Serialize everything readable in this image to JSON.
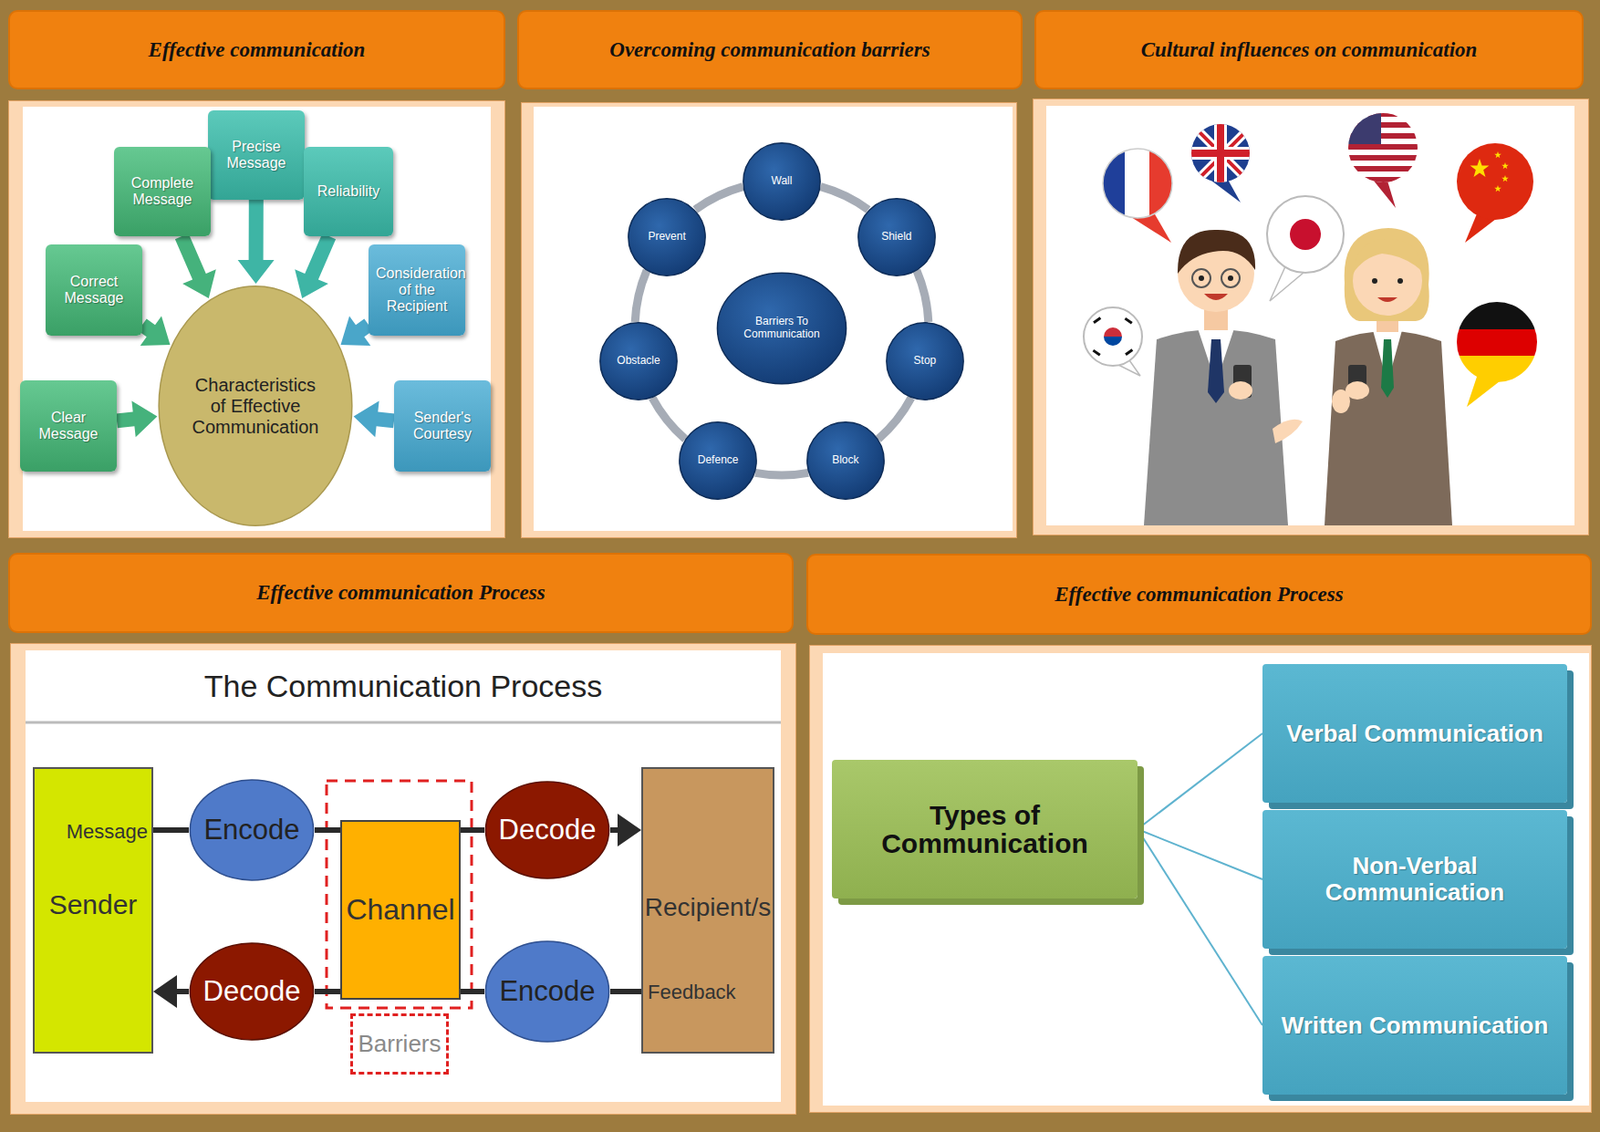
{
  "diagram": {
    "nodes": [
      {
        "text": [
          "Effective communication"
        ]
      },
      {
        "text": [
          "Overcoming communication barriers"
        ]
      },
      {
        "text": [
          "Cultural influences on communication"
        ]
      },
      {
        "text": [
          "Characteristics of Effective Communication"
        ]
      },
      {
        "text": [
          "Precise Message"
        ]
      },
      {
        "text": [
          "Complete Message"
        ]
      },
      {
        "text": [
          "Reliability"
        ]
      },
      {
        "text": [
          "Correct Message"
        ]
      },
      {
        "text": [
          "Consideration of the Recipient"
        ]
      },
      {
        "text": [
          "Clear Message"
        ]
      },
      {
        "text": [
          "Sender's Courtesy"
        ]
      },
      {
        "text": [
          "Barriers To Communication"
        ]
      },
      {
        "text": [
          "Wall"
        ]
      },
      {
        "text": [
          "Shield"
        ]
      },
      {
        "text": [
          "Stop"
        ]
      },
      {
        "text": [
          "Block"
        ]
      },
      {
        "text": [
          "Defence"
        ]
      },
      {
        "text": [
          "Obstacle"
        ]
      },
      {
        "text": [
          "Prevent"
        ]
      },
      {
        "text": [
          "Effective communication Process"
        ]
      },
      {
        "text": [
          "Effective communication Process"
        ]
      },
      {
        "text": [
          "Message",
          "Sender"
        ]
      },
      {
        "text": [
          "Encode"
        ]
      },
      {
        "text": [
          "Channel"
        ]
      },
      {
        "text": [
          "Decode"
        ]
      },
      {
        "text": [
          "Recipient/s",
          "Feedback"
        ]
      },
      {
        "text": [
          "Decode"
        ]
      },
      {
        "text": [
          "Barriers"
        ]
      },
      {
        "text": [
          "Encode"
        ]
      },
      {
        "text": [
          "Types of Communication"
        ]
      },
      {
        "text": [
          "Verbal Communication"
        ]
      },
      {
        "text": [
          "Non-Verbal Communication"
        ]
      },
      {
        "text": [
          "Written Communication"
        ]
      }
    ],
    "edges": [
      {
        "from": 4,
        "to": 3,
        "arrow": "to"
      },
      {
        "from": 5,
        "to": 3,
        "arrow": "to"
      },
      {
        "from": 6,
        "to": 3,
        "arrow": "to"
      },
      {
        "from": 7,
        "to": 3,
        "arrow": "to"
      },
      {
        "from": 8,
        "to": 3,
        "arrow": "to"
      },
      {
        "from": 9,
        "to": 3,
        "arrow": "to"
      },
      {
        "from": 10,
        "to": 3,
        "arrow": "to"
      },
      {
        "from": 12,
        "to": 13,
        "arrow": "none"
      },
      {
        "from": 13,
        "to": 14,
        "arrow": "none"
      },
      {
        "from": 14,
        "to": 15,
        "arrow": "none"
      },
      {
        "from": 15,
        "to": 16,
        "arrow": "none"
      },
      {
        "from": 16,
        "to": 17,
        "arrow": "none"
      },
      {
        "from": 17,
        "to": 18,
        "arrow": "none"
      },
      {
        "from": 18,
        "to": 12,
        "arrow": "none"
      },
      {
        "from": 21,
        "to": 22,
        "arrow": "none"
      },
      {
        "from": 22,
        "to": 23,
        "arrow": "none"
      },
      {
        "from": 23,
        "to": 24,
        "arrow": "none"
      },
      {
        "from": 24,
        "to": 25,
        "arrow": "to"
      },
      {
        "from": 25,
        "to": 28,
        "arrow": "none"
      },
      {
        "from": 28,
        "to": 23,
        "arrow": "none"
      },
      {
        "from": 23,
        "to": 26,
        "arrow": "none"
      },
      {
        "from": 26,
        "to": 21,
        "arrow": "to"
      },
      {
        "from": 29,
        "to": 30,
        "arrow": "none"
      },
      {
        "from": 29,
        "to": 31,
        "arrow": "none"
      },
      {
        "from": 29,
        "to": 32,
        "arrow": "none"
      }
    ],
    "labels": [
      "The Communication Process"
    ]
  }
}
